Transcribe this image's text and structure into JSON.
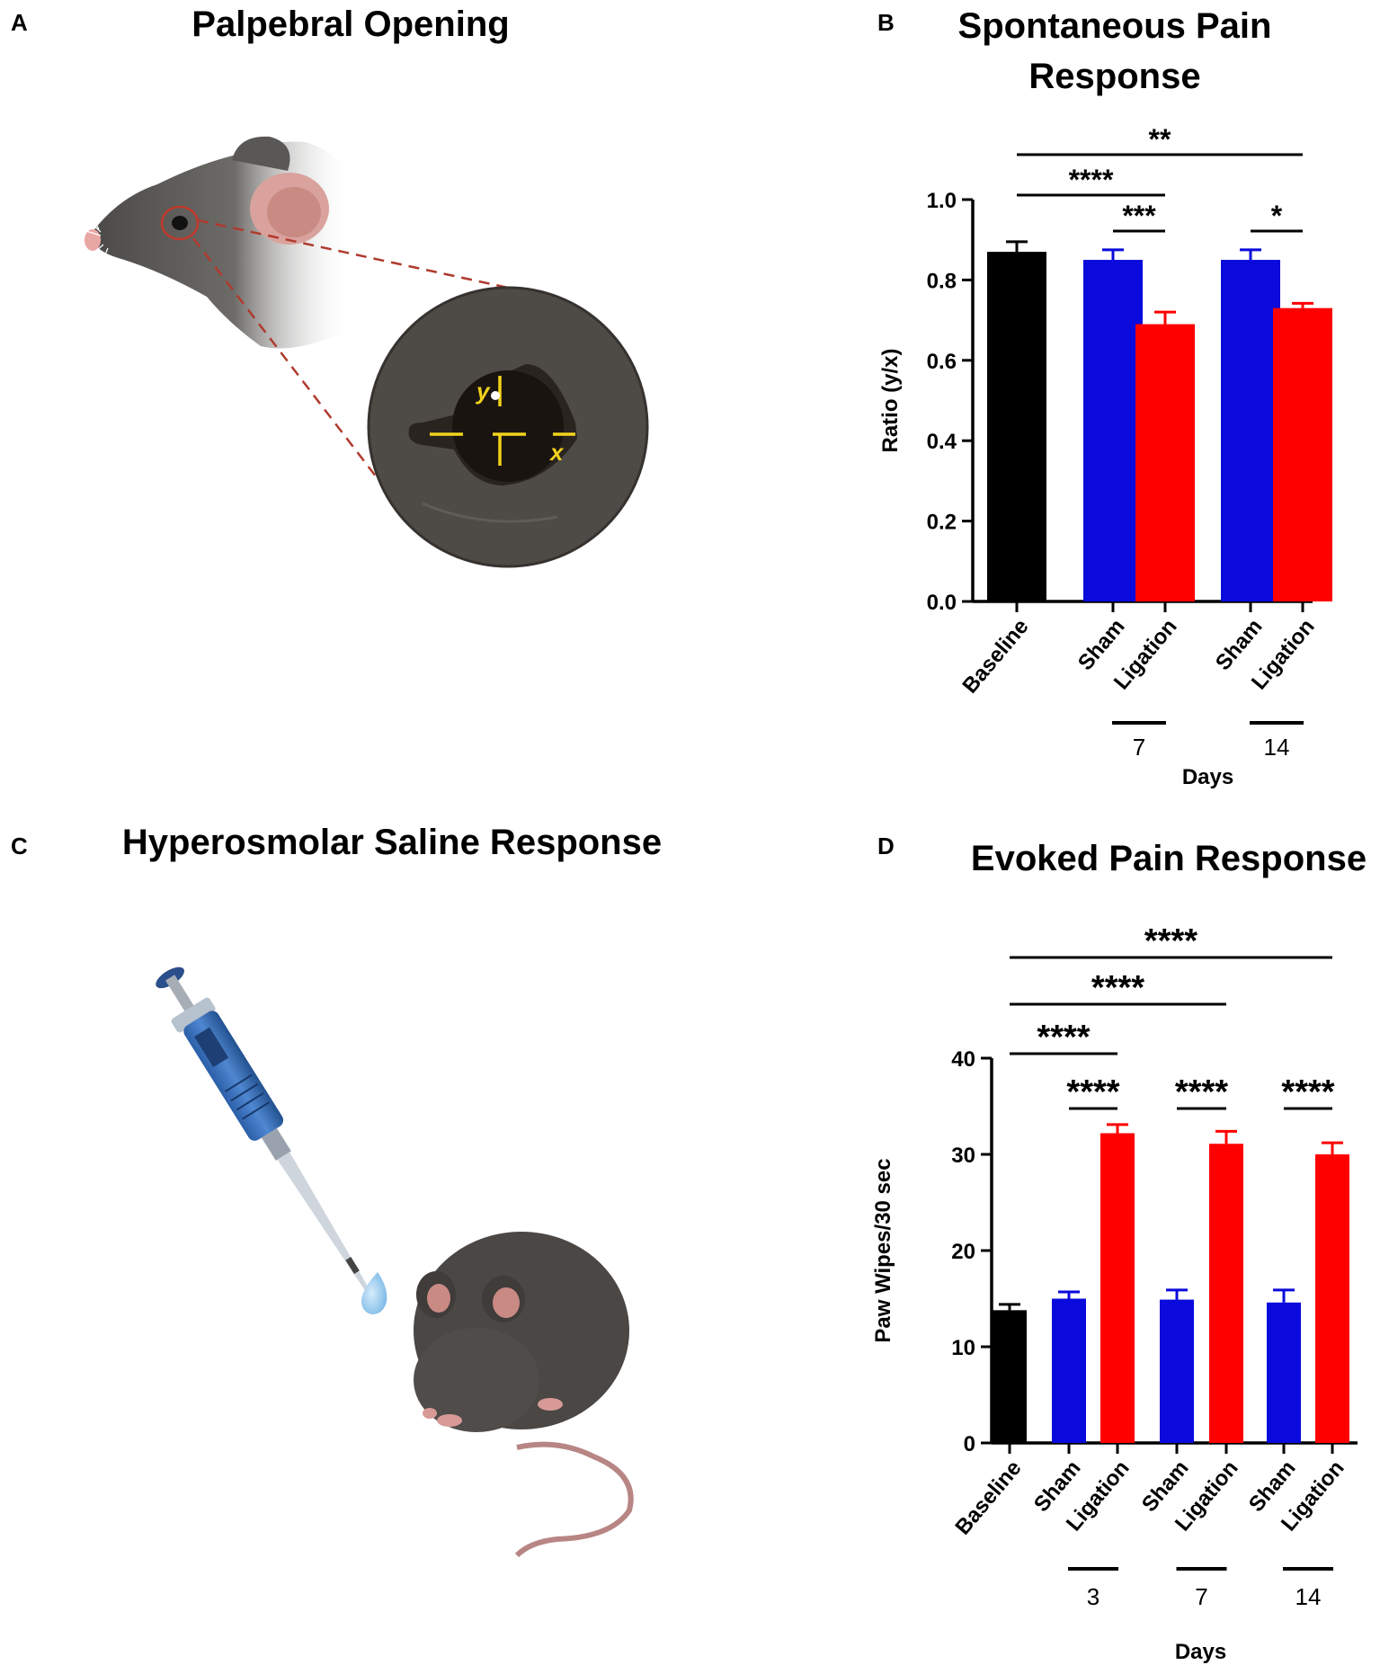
{
  "panels": {
    "A": {
      "letter": "A",
      "title": "Palpebral Opening",
      "measure_y": "y",
      "measure_x": "x"
    },
    "B": {
      "letter": "B",
      "title_line1": "Spontaneous Pain",
      "title_line2": "Response"
    },
    "C": {
      "letter": "C",
      "title": "Hyperosmolar Saline Response"
    },
    "D": {
      "letter": "D",
      "title": "Evoked Pain Response"
    }
  },
  "colors": {
    "baseline": "#000000",
    "sham": "#0a0adc",
    "ligation": "#ff0000",
    "eye_marks": "#f2d31a",
    "leader": "#b03a2e"
  },
  "chart_data": [
    {
      "type": "bar",
      "title": "Spontaneous Pain Response",
      "ylabel": "Ratio (y/x)",
      "xlabel": "Days",
      "ylim": [
        0,
        1.0
      ],
      "yticks": [
        "0.0",
        "0.2",
        "0.4",
        "0.6",
        "0.8",
        "1.0"
      ],
      "categories": [
        "Baseline",
        "Sham",
        "Ligation",
        "Sham",
        "Ligation"
      ],
      "groups": [
        "baseline",
        "sham",
        "ligation",
        "sham",
        "ligation"
      ],
      "values": [
        0.87,
        0.85,
        0.69,
        0.85,
        0.73
      ],
      "errors": [
        0.025,
        0.025,
        0.03,
        0.025,
        0.012
      ],
      "day_labels": [
        "7",
        "14"
      ],
      "significance": [
        {
          "from": 0,
          "to": 4,
          "label": "**"
        },
        {
          "from": 0,
          "to": 2,
          "label": "****"
        },
        {
          "from": 1,
          "to": 2,
          "label": "***"
        },
        {
          "from": 3,
          "to": 4,
          "label": "*"
        }
      ]
    },
    {
      "type": "bar",
      "title": "Evoked Pain Response",
      "ylabel": "Paw Wipes/30 sec",
      "xlabel": "Days",
      "ylim": [
        0,
        40
      ],
      "yticks": [
        "0",
        "10",
        "20",
        "30",
        "40"
      ],
      "categories": [
        "Baseline",
        "Sham",
        "Ligation",
        "Sham",
        "Ligation",
        "Sham",
        "Ligation"
      ],
      "groups": [
        "baseline",
        "sham",
        "ligation",
        "sham",
        "ligation",
        "sham",
        "ligation"
      ],
      "values": [
        13.8,
        15.0,
        32.2,
        14.9,
        31.1,
        14.6,
        30.0
      ],
      "errors": [
        0.6,
        0.7,
        0.9,
        1.0,
        1.3,
        1.3,
        1.2
      ],
      "day_labels": [
        "3",
        "7",
        "14"
      ],
      "significance": [
        {
          "from": 0,
          "to": 6,
          "label": "****"
        },
        {
          "from": 0,
          "to": 4,
          "label": "****"
        },
        {
          "from": 0,
          "to": 2,
          "label": "****"
        },
        {
          "from": 1,
          "to": 2,
          "label": "****"
        },
        {
          "from": 3,
          "to": 4,
          "label": "****"
        },
        {
          "from": 5,
          "to": 6,
          "label": "****"
        }
      ]
    }
  ]
}
